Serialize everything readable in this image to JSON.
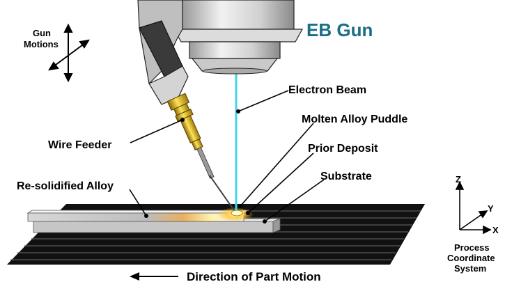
{
  "title": "EB Gun",
  "colors": {
    "title": "#1b6e86",
    "beam": "#3fd6e6",
    "feeder_gold": "#d9b21c",
    "substrate": "#bdbdbd",
    "plate": "#111111",
    "puddle_glow": "#ffcf55"
  },
  "gun_motions": {
    "line1": "Gun",
    "line2": "Motions"
  },
  "labels": {
    "electron_beam": "Electron Beam",
    "molten_alloy_puddle": "Molten Alloy Puddle",
    "wire_feeder": "Wire Feeder",
    "prior_deposit": "Prior Deposit",
    "resolidified_alloy": "Re-solidified Alloy",
    "substrate": "Substrate"
  },
  "coordinate_system": {
    "axes": {
      "z": "Z",
      "y": "Y",
      "x": "X"
    },
    "line1": "Process",
    "line2": "Coordinate",
    "line3": "System"
  },
  "direction_label": "Direction of Part Motion"
}
